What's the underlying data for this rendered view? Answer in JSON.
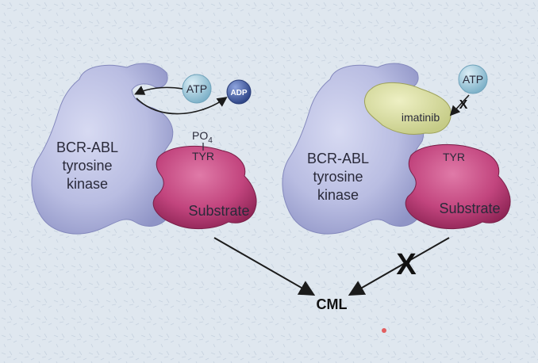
{
  "left_panel": {
    "kinase_label": [
      "BCR-ABL",
      "tyrosine",
      "kinase"
    ],
    "substrate_label": "Substrate",
    "residue_label": "TYR",
    "phosphate_label": "PO",
    "phosphate_subscript": "4",
    "atp_label": "ATP",
    "adp_label": "ADP"
  },
  "right_panel": {
    "kinase_label": [
      "BCR-ABL",
      "tyrosine",
      "kinase"
    ],
    "substrate_label": "Substrate",
    "residue_label": "TYR",
    "drug_label": "imatinib",
    "atp_label": "ATP",
    "blocked_mark_small": "X",
    "blocked_mark_large": "X"
  },
  "outcome_label": "CML",
  "colors": {
    "kinase": "#b9bde2",
    "substrate": "#c2457e",
    "drug": "#dfe3a2",
    "atp": "#a7cfe0",
    "adp": "#4c63a8"
  }
}
